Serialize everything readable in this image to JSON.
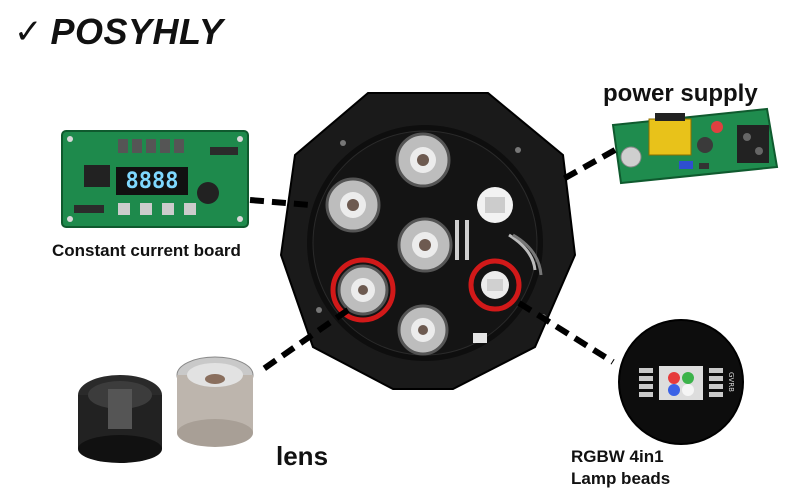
{
  "brand": {
    "check": "✓",
    "name": "POSYHLY"
  },
  "labels": {
    "power_supply": "power supply",
    "constant_current_board": "Constant current board",
    "lens": "lens",
    "rgbw_line1": "RGBW 4in1",
    "rgbw_line2": "Lamp beads"
  },
  "colors": {
    "pcb_green": "#1e8a4c",
    "highlight_red": "#d21919",
    "fixture_black": "#1a1a1a",
    "led_readout": "#7fd8ff"
  },
  "board_display": "8888",
  "bead_marking": "GVRB"
}
